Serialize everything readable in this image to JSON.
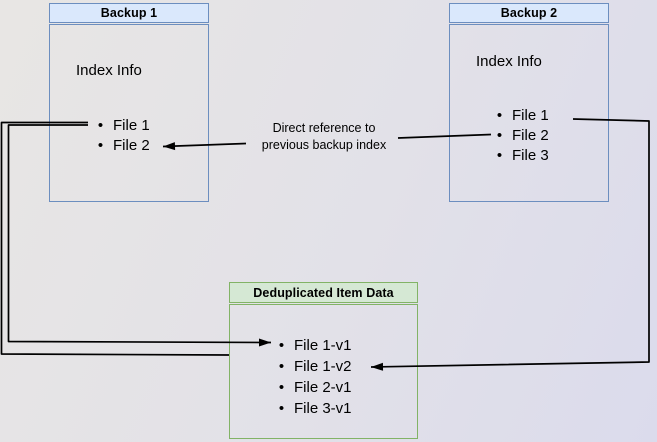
{
  "colors": {
    "blue_fill": "#dae8fc",
    "blue_border": "#6c8ebf",
    "green_fill": "#d5e8d4",
    "green_border": "#82b366",
    "arrow": "#000000",
    "text": "#000000",
    "bg_top_left": "#e8e6e4",
    "bg_bottom_right": "#dbdbec"
  },
  "icons": {
    "bullet": "•"
  },
  "backup1": {
    "title": "Backup 1",
    "subtitle": "Index Info",
    "items": [
      "File 1",
      "File 2"
    ]
  },
  "backup2": {
    "title": "Backup 2",
    "subtitle": "Index Info",
    "items": [
      "File 1",
      "File 2",
      "File 3"
    ]
  },
  "dedup": {
    "title": "Deduplicated Item Data",
    "items": [
      "File 1-v1",
      "File 1-v2",
      "File 2-v1",
      "File 3-v1"
    ]
  },
  "annotation": {
    "line1": "Direct reference to",
    "line2": "previous backup index"
  }
}
